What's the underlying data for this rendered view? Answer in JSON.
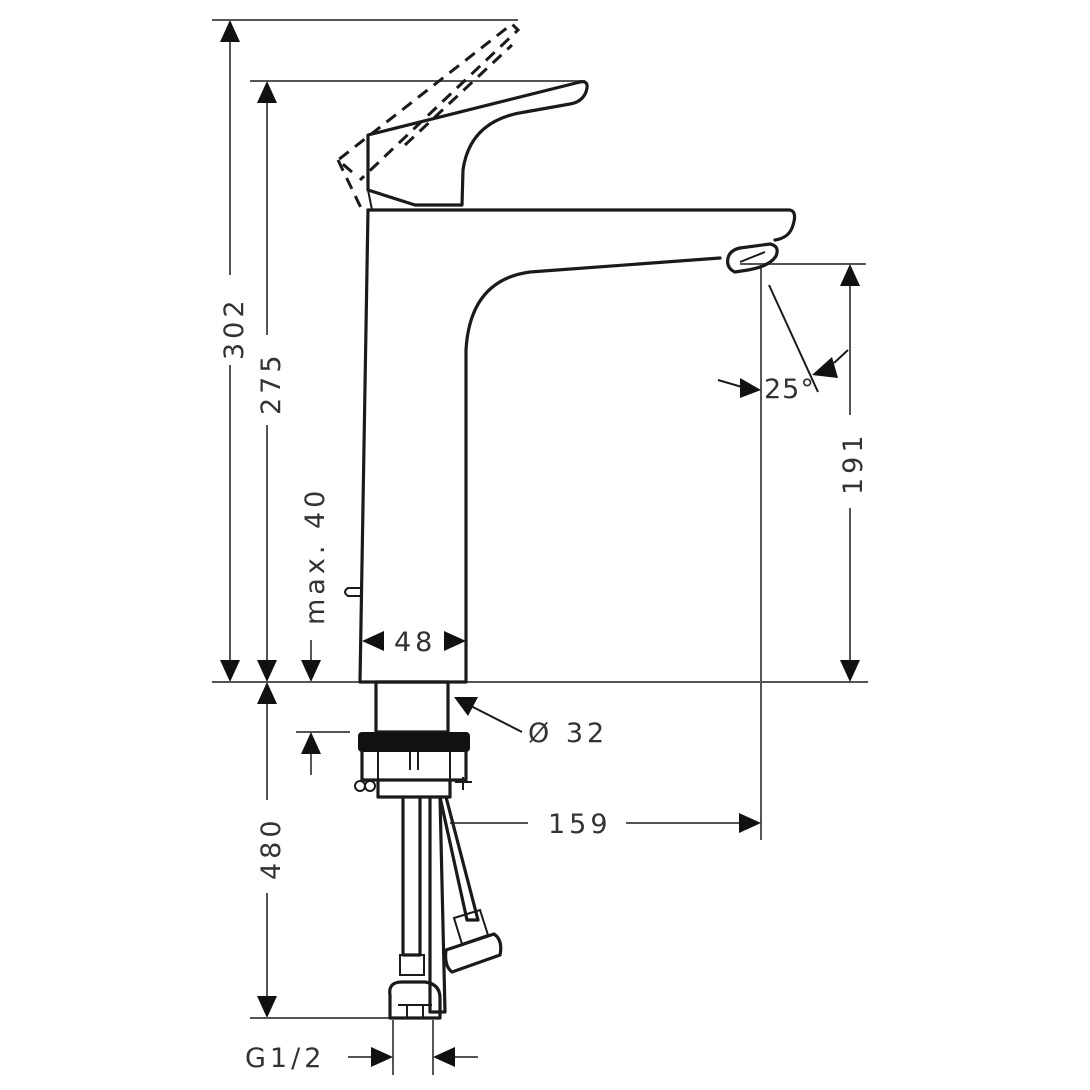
{
  "drawing": {
    "title": "Basin mixer dimension drawing",
    "stroke_color": "#1a1a1a",
    "dimension_color": "#555555",
    "labels": {
      "height_total": "302",
      "height_spout": "275",
      "max_deck": "max. 40",
      "body_width": "48",
      "outlet_height": "191",
      "angle": "25°",
      "shank_diameter": "Ø 32",
      "projection": "159",
      "hose_length": "480",
      "connection": "G1/2"
    }
  }
}
